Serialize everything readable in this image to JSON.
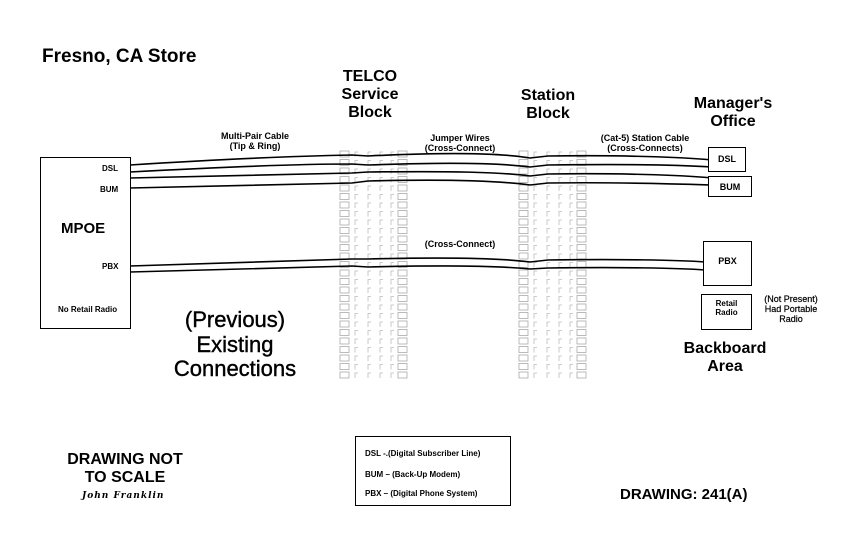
{
  "title": "Fresno, CA Store",
  "telco_block": "TELCO\nService\nBlock",
  "station_block": "Station\nBlock",
  "managers_office": "Manager's\nOffice",
  "multi_pair": "Multi-Pair Cable\n(Tip & Ring)",
  "jumper": "Jumper Wires\n(Cross-Connect)",
  "station_cable": "(Cat-5) Station Cable\n(Cross-Connects)",
  "cross_connect": "(Cross-Connect)",
  "mpoe": {
    "title": "MPOE",
    "dsl": "DSL",
    "bum": "BUM",
    "pbx": "PBX",
    "note": "No Retail Radio"
  },
  "office": {
    "dsl": "DSL",
    "bum": "BUM"
  },
  "pbx_box": "PBX",
  "retail_radio": "Retail\nRadio",
  "not_present": "(Not Present)\nHad Portable\nRadio",
  "backboard": "Backboard\nArea",
  "previous": "(Previous)\nExisting\nConnections",
  "not_to_scale": "DRAWING NOT\nTO SCALE",
  "signature": "John Franklin",
  "legend": [
    "DSL -.(Digital Subscriber Line)",
    "BUM – (Back-Up Modem)",
    "PBX – (Digital Phone System)"
  ],
  "drawing": "DRAWING:  241(A)"
}
